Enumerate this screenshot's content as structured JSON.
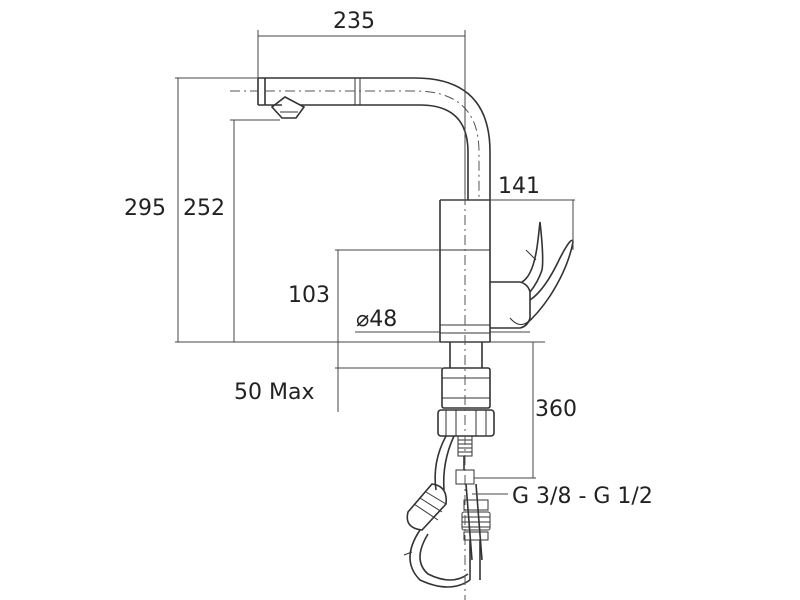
{
  "dimensions": {
    "width_top": "235",
    "height_total": "295",
    "height_spout": "252",
    "lever_reach": "141",
    "body_height": "103",
    "diameter": "⌀48",
    "deck_max": "50 Max",
    "hose_length": "360",
    "connection": "G 3/8 - G 1/2"
  }
}
